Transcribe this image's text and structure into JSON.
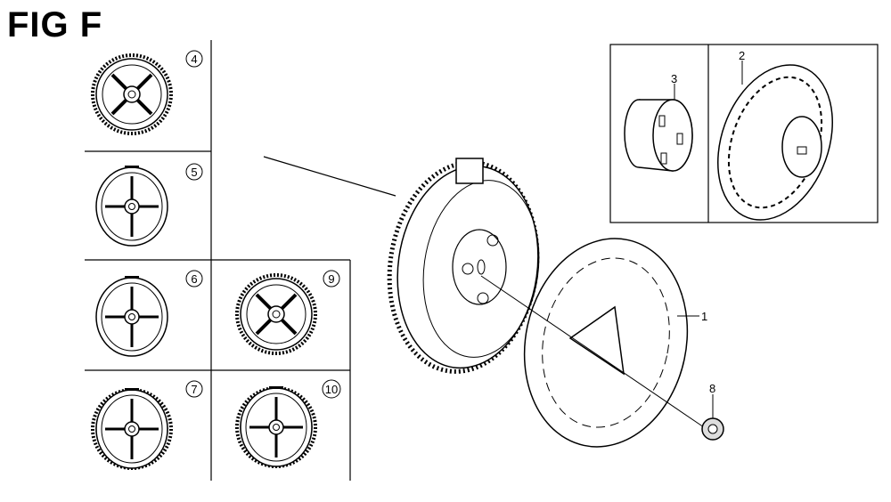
{
  "figure": {
    "title": "FIG F"
  },
  "variants": [
    {
      "ref": "4"
    },
    {
      "ref": "5"
    },
    {
      "ref": "6"
    },
    {
      "ref": "7"
    },
    {
      "ref": "9"
    },
    {
      "ref": "10"
    }
  ],
  "callouts": {
    "flywheel_fan": "1",
    "starter_pulley": "2",
    "cup": "3",
    "nut": "8"
  }
}
